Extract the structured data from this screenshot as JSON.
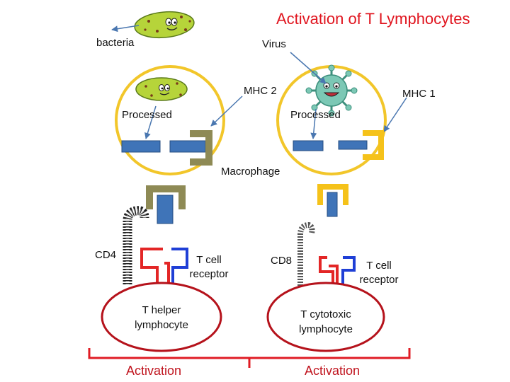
{
  "title": "Activation of T Lymphocytes",
  "labels": {
    "bacteria": "bacteria",
    "virus": "Virus",
    "mhc2": "MHC 2",
    "mhc1": "MHC 1",
    "processed_left": "Processed",
    "processed_right": "Processed",
    "macrophage": "Macrophage",
    "cd4": "CD4",
    "cd8": "CD8",
    "tcr_left_line1": "T cell",
    "tcr_left_line2": "receptor",
    "tcr_right_line1": "T cell",
    "tcr_right_line2": "receptor",
    "thelper_line1": "T helper",
    "thelper_line2": "lymphocyte",
    "tcyto_line1": "T cytotoxic",
    "tcyto_line2": "lymphocyte",
    "activation_left": "Activation",
    "activation_right": "Activation"
  },
  "colors": {
    "title": "#e0141e",
    "activation": "#c0141e",
    "cell_ring": "#f2c62a",
    "lymphocyte_ring": "#b5121b",
    "antigen_fragment": "#3f74b8",
    "mhc2": "#8e8a55",
    "mhc1": "#f5c21a",
    "tcr_red": "#e32626",
    "tcr_blue": "#1f3fd6",
    "bacteria_body": "#b6d43a",
    "virus_body": "#7cc8b5"
  },
  "icons": [
    "bacteria-icon",
    "virus-icon",
    "cd4-coreceptor-icon",
    "cd8-coreceptor-icon"
  ]
}
